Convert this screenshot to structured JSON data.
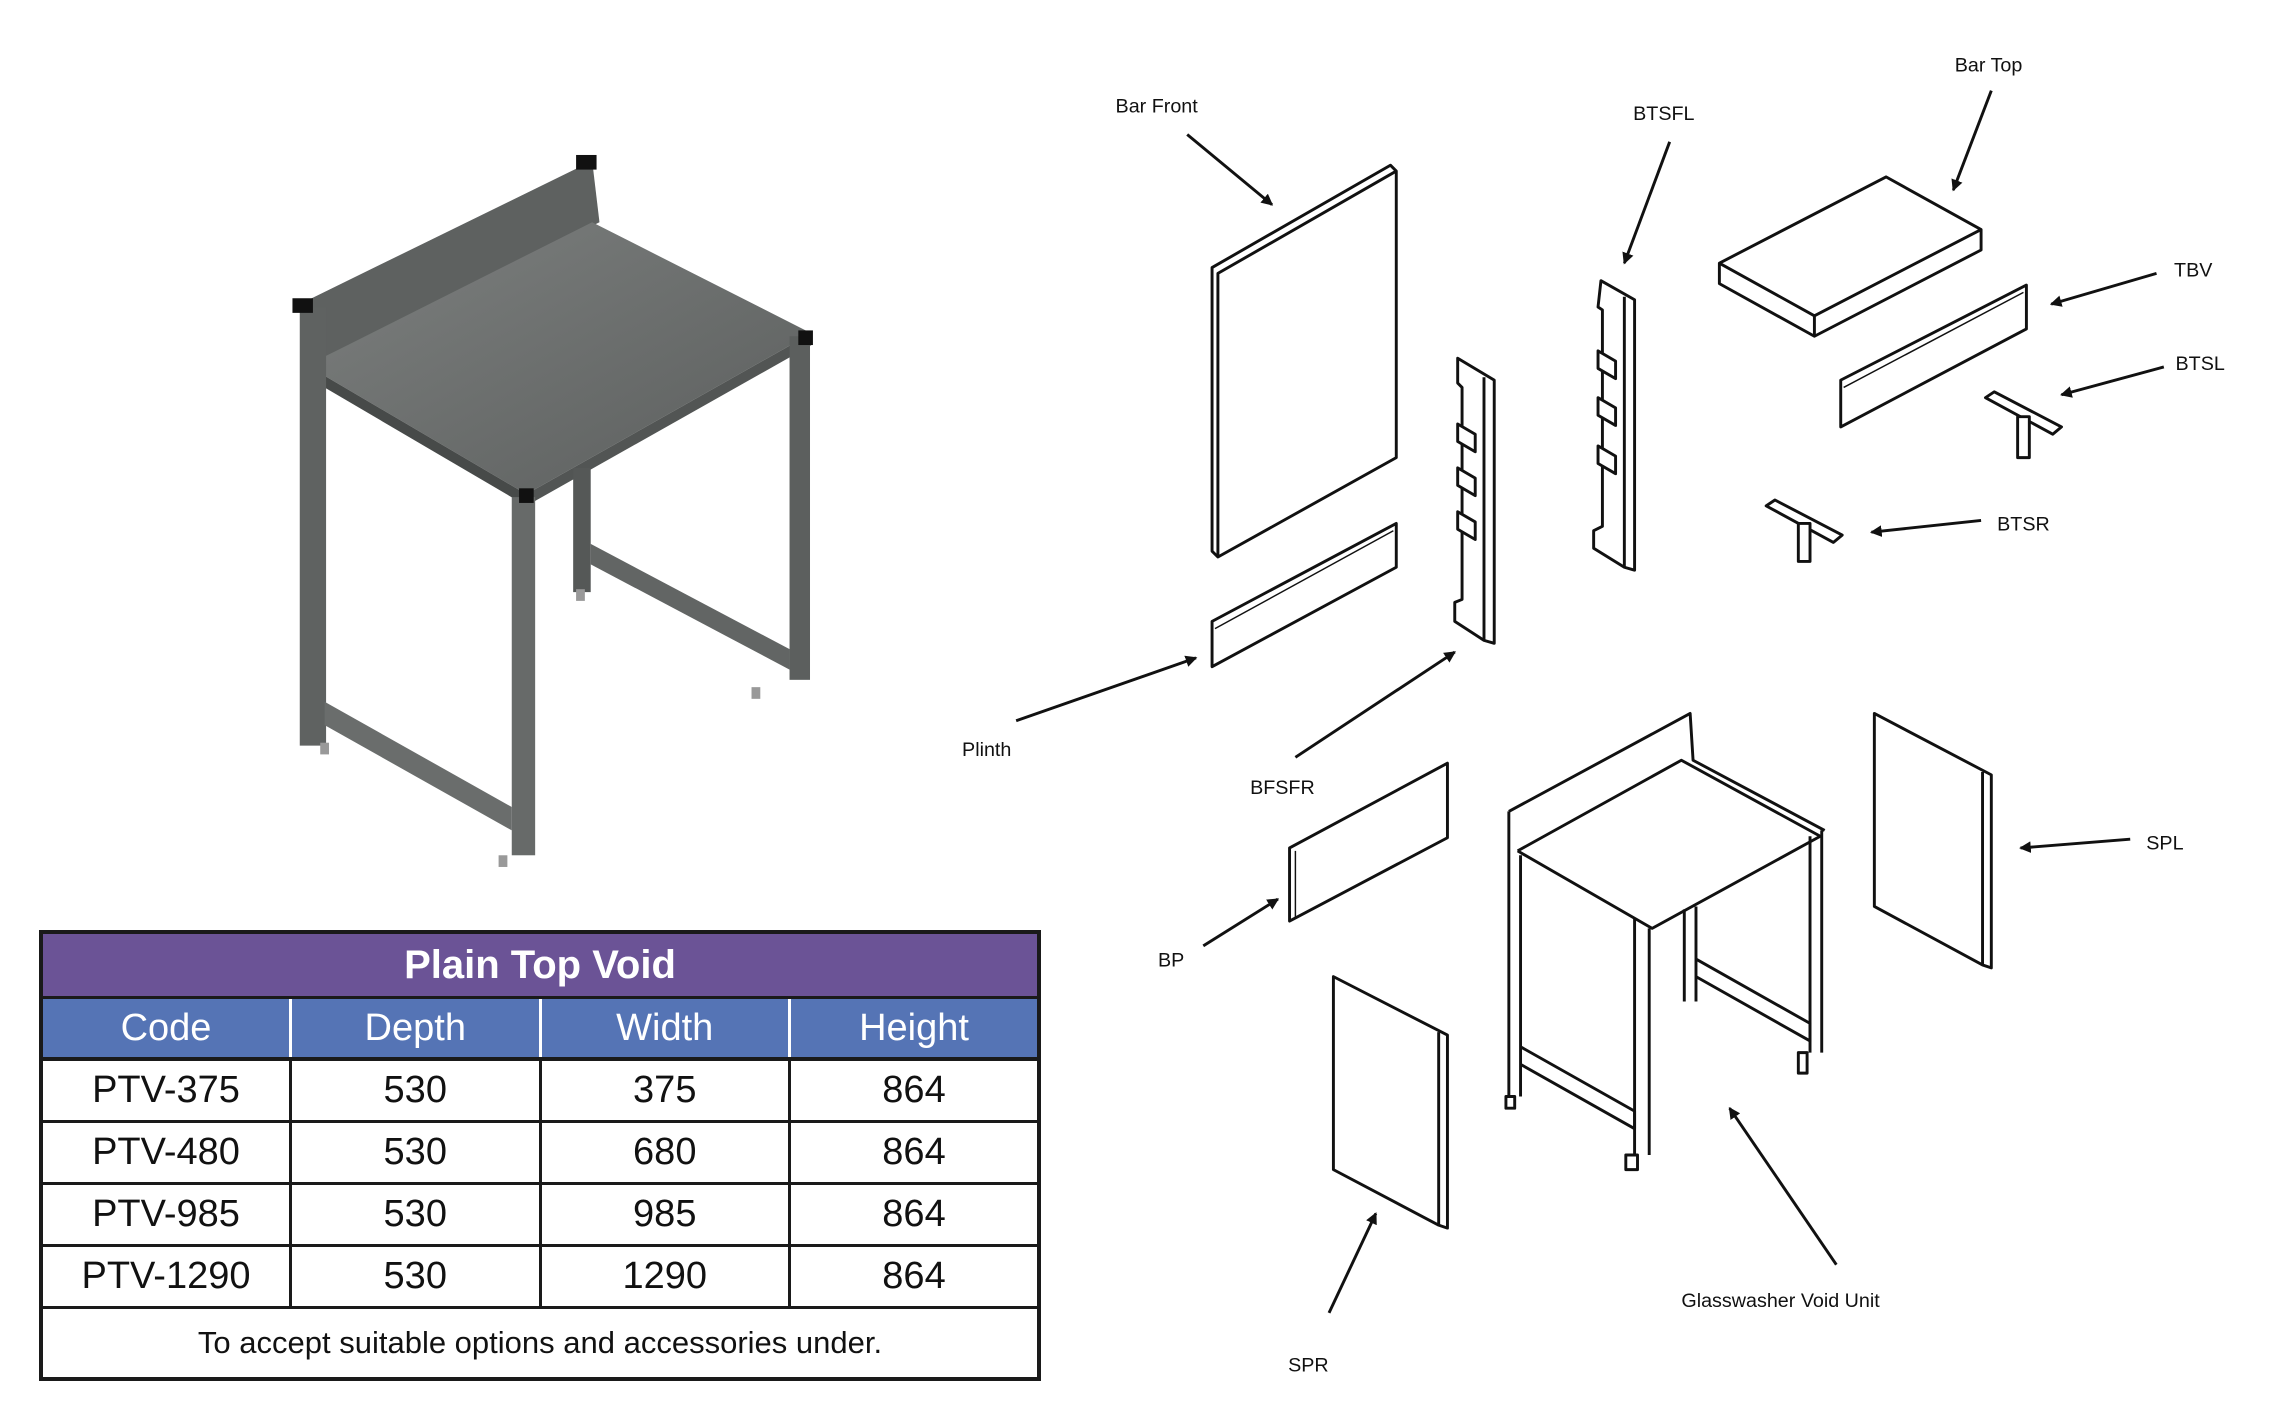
{
  "table": {
    "title": "Plain Top Void",
    "columns": [
      "Code",
      "Depth",
      "Width",
      "Height"
    ],
    "rows": [
      [
        "PTV-375",
        "530",
        "375",
        "864"
      ],
      [
        "PTV-480",
        "530",
        "680",
        "864"
      ],
      [
        "PTV-985",
        "530",
        "985",
        "864"
      ],
      [
        "PTV-1290",
        "530",
        "1290",
        "864"
      ]
    ],
    "footer": "To accept suitable options and accessories under."
  },
  "diagram": {
    "labels": {
      "bar_front": "Bar Front",
      "btsfl": "BTSFL",
      "bar_top": "Bar Top",
      "tbv": "TBV",
      "btsl": "BTSL",
      "btsr": "BTSR",
      "plinth": "Plinth",
      "bfsfr": "BFSFR",
      "spl": "SPL",
      "bp": "BP",
      "glasswasher": "Glasswasher Void Unit",
      "spr": "SPR"
    }
  },
  "colors": {
    "title_bg": "#6b5396",
    "header_bg": "#5574b5"
  }
}
